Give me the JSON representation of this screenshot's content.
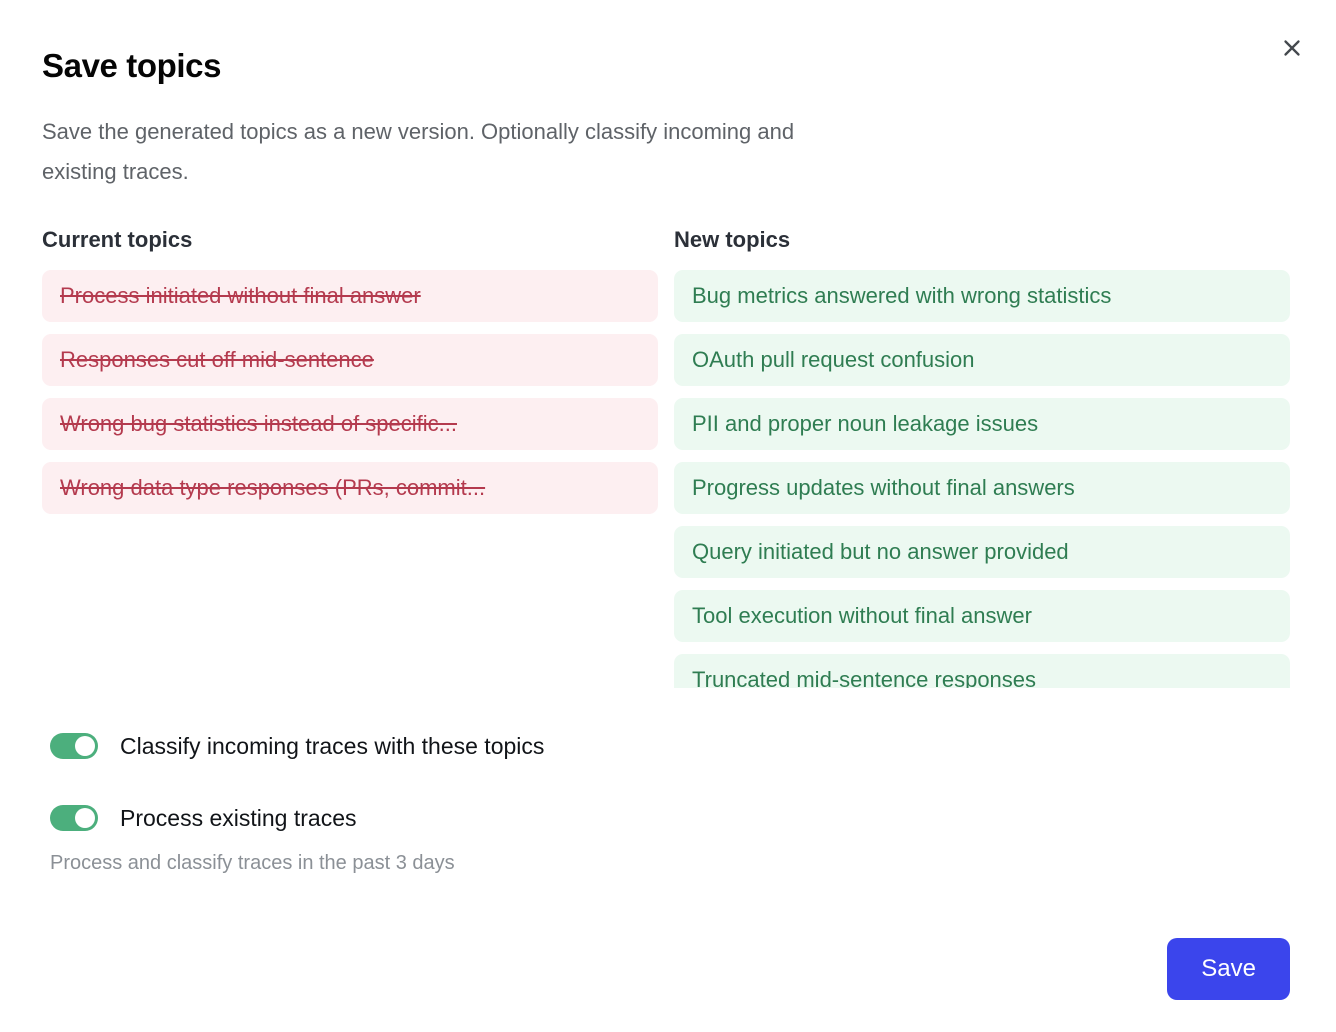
{
  "dialog": {
    "title": "Save topics",
    "subtitle": "Save the generated topics as a new version. Optionally classify incoming and existing traces.",
    "close_icon": "close-icon"
  },
  "current_topics": {
    "heading": "Current topics",
    "items": [
      "Process initiated without final answer",
      "Responses cut off mid-sentence",
      "Wrong bug statistics instead of specific...",
      "Wrong data type responses (PRs, commit..."
    ]
  },
  "new_topics": {
    "heading": "New topics",
    "items": [
      "Bug metrics answered with wrong statistics",
      "OAuth pull request confusion",
      "PII and proper noun leakage issues",
      "Progress updates without final answers",
      "Query initiated but no answer provided",
      "Tool execution without final answer",
      "Truncated mid-sentence responses"
    ]
  },
  "options": [
    {
      "label": "Classify incoming traces with these topics",
      "enabled": true,
      "help": ""
    },
    {
      "label": "Process existing traces",
      "enabled": true,
      "help": "Process and classify traces in the past 3 days"
    }
  ],
  "footer": {
    "save_label": "Save"
  },
  "colors": {
    "accent": "#3b45ec",
    "toggle_on": "#4caf7d",
    "removed_text": "#b43a4e",
    "removed_bg": "#fdeff1",
    "added_text": "#2f7d52",
    "added_bg": "#ecf9f1"
  }
}
